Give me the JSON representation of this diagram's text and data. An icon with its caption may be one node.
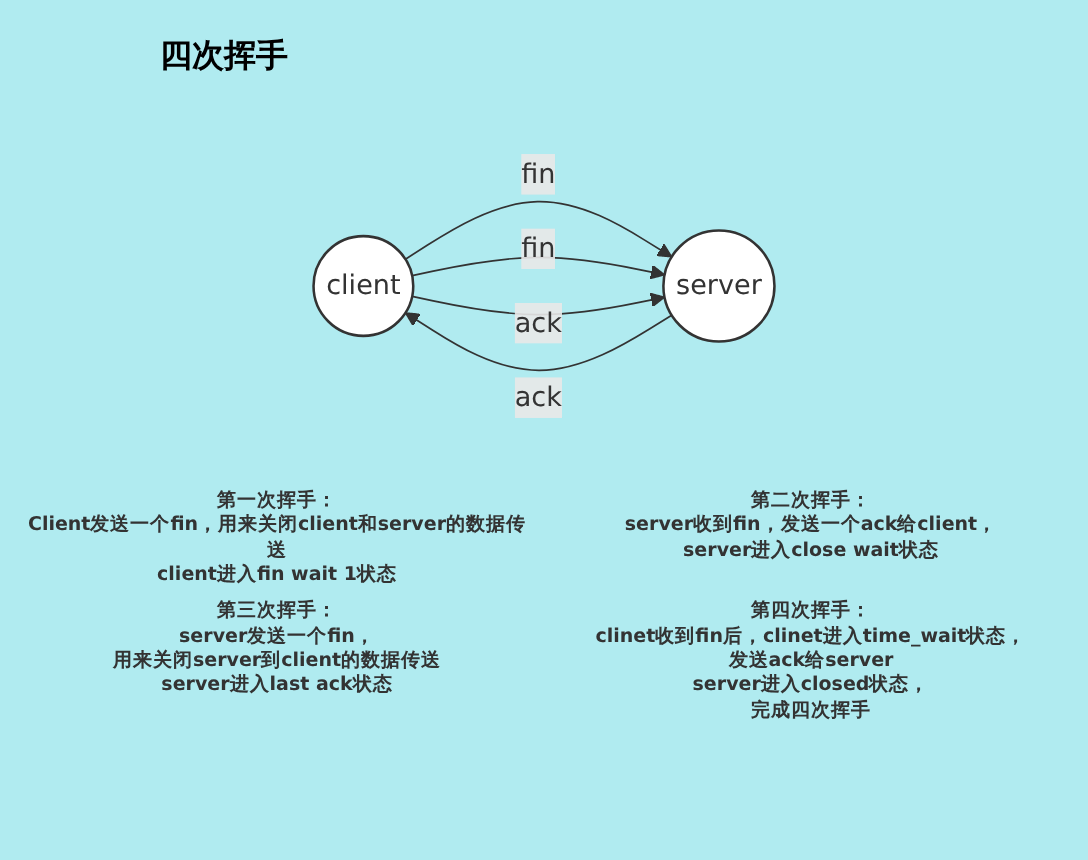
{
  "diagram": {
    "title": "四次挥手",
    "nodes": [
      {
        "text": [
          "client"
        ]
      },
      {
        "text": [
          "server"
        ]
      }
    ],
    "edges": [
      {
        "from": 0,
        "to": 1,
        "arrow": "to",
        "label": "fin"
      },
      {
        "from": 1,
        "to": 0,
        "arrow": "to",
        "label": "ack"
      },
      {
        "from": 0,
        "to": 1,
        "arrow": "to",
        "label": "fin"
      },
      {
        "from": 0,
        "to": 1,
        "arrow": "to",
        "label": "ack"
      }
    ],
    "labels": [
      "第一次挥手：",
      "Client发送一个fin，用来关闭client和server的数据传送",
      "client进入fin wait 1状态",
      "第二次挥手：",
      "server收到fin，发送一个ack给client，",
      "server进入close wait状态",
      "第三次挥手：",
      "server发送一个fin，",
      "用来关闭server到client的数据传送",
      "server进入last ack状态",
      "第四次挥手：",
      "clinet收到fin后，clinet进入time_wait状态，",
      "发送ack给server",
      "server进入closed状态，",
      "完成四次挥手"
    ]
  }
}
